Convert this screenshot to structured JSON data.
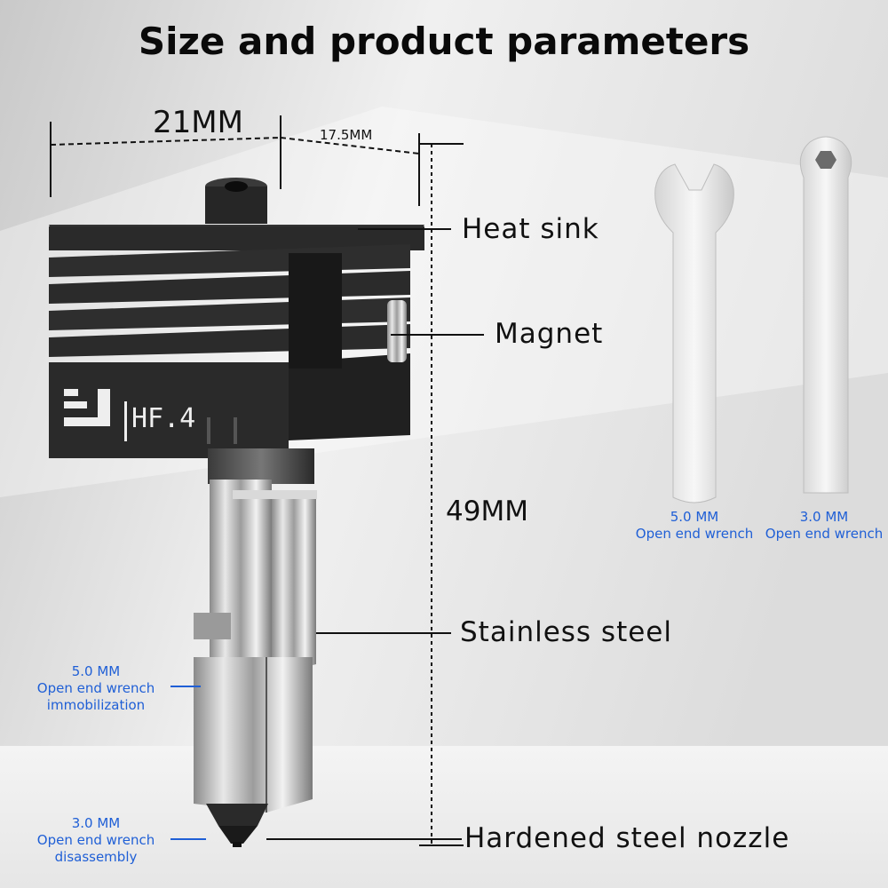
{
  "title": "Size and product parameters",
  "dimensions": {
    "width": "21MM",
    "depth": "17.5MM",
    "height": "49MM"
  },
  "product": {
    "brand_mark": "HF.4"
  },
  "part_labels": {
    "heat_sink": "Heat sink",
    "magnet": "Magnet",
    "stainless_steel": "Stainless steel",
    "nozzle": "Hardened steel nozzle"
  },
  "wrench_notes": {
    "fix_size": "5.0 MM",
    "fix_line1": "Open end wrench",
    "fix_line2": "immobilization",
    "remove_size": "3.0 MM",
    "remove_line1": "Open end wrench",
    "remove_line2": "disassembly"
  },
  "tools": {
    "wrench1_size": "5.0 MM",
    "wrench1_name": "Open end wrench",
    "wrench2_size": "3.0 MM",
    "wrench2_name": "Open end wrench"
  },
  "colors": {
    "accent_blue": "#1f5fd6",
    "heatsink": "#2b2b2b"
  }
}
